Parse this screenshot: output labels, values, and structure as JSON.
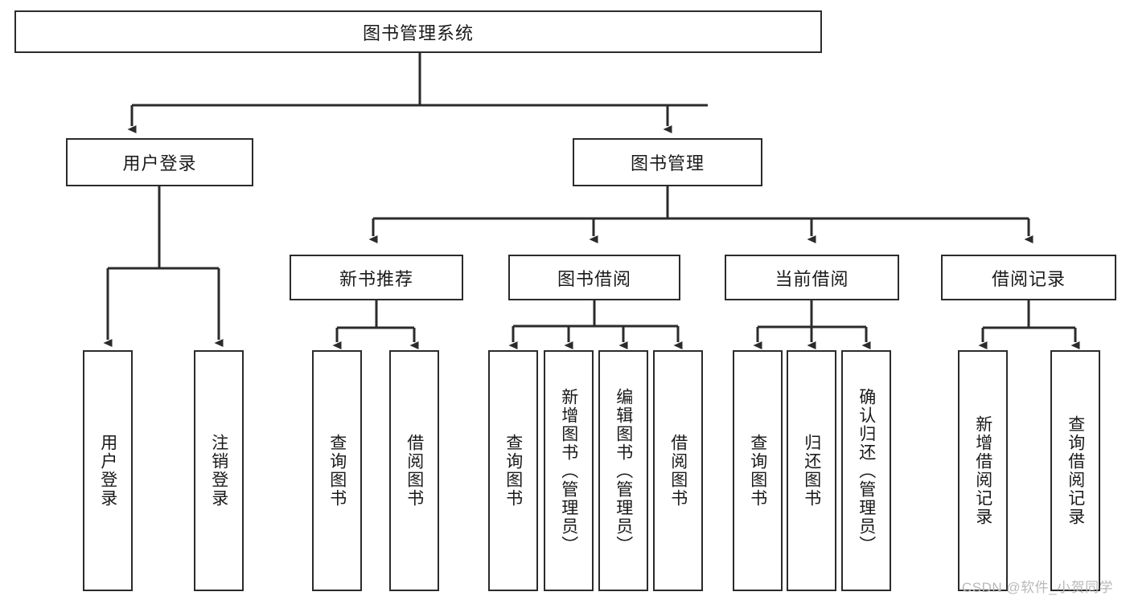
{
  "diagram": {
    "type": "tree-hierarchy",
    "title": "图书管理系统",
    "orientation": "top-down",
    "watermark": "CSDN @软件_小贺同学",
    "colors": {
      "box_border": "#2b2b2b",
      "box_fill": "#ffffff",
      "edge": "#2b2b2b",
      "text": "#1a1a1a",
      "watermark": "#b9b9b9",
      "background": "#ffffff"
    },
    "root": {
      "label": "图书管理系统"
    },
    "level2": [
      {
        "label": "用户登录"
      },
      {
        "label": "图书管理"
      }
    ],
    "level3": [
      {
        "label": "新书推荐"
      },
      {
        "label": "图书借阅"
      },
      {
        "label": "当前借阅"
      },
      {
        "label": "借阅记录"
      }
    ],
    "leaves": {
      "user_login": [
        {
          "label": "用户登录"
        },
        {
          "label": "注销登录"
        }
      ],
      "new_book_recommend": [
        {
          "label": "查询图书"
        },
        {
          "label": "借阅图书"
        }
      ],
      "book_borrow": [
        {
          "label": "查询图书"
        },
        {
          "label": "新增图书（管理员）"
        },
        {
          "label": "编辑图书（管理员）"
        },
        {
          "label": "借阅图书"
        }
      ],
      "current_borrow": [
        {
          "label": "查询图书"
        },
        {
          "label": "归还图书"
        },
        {
          "label": "确认归还（管理员）"
        }
      ],
      "borrow_record": [
        {
          "label": "新增借阅记录"
        },
        {
          "label": "查询借阅记录"
        }
      ]
    }
  }
}
